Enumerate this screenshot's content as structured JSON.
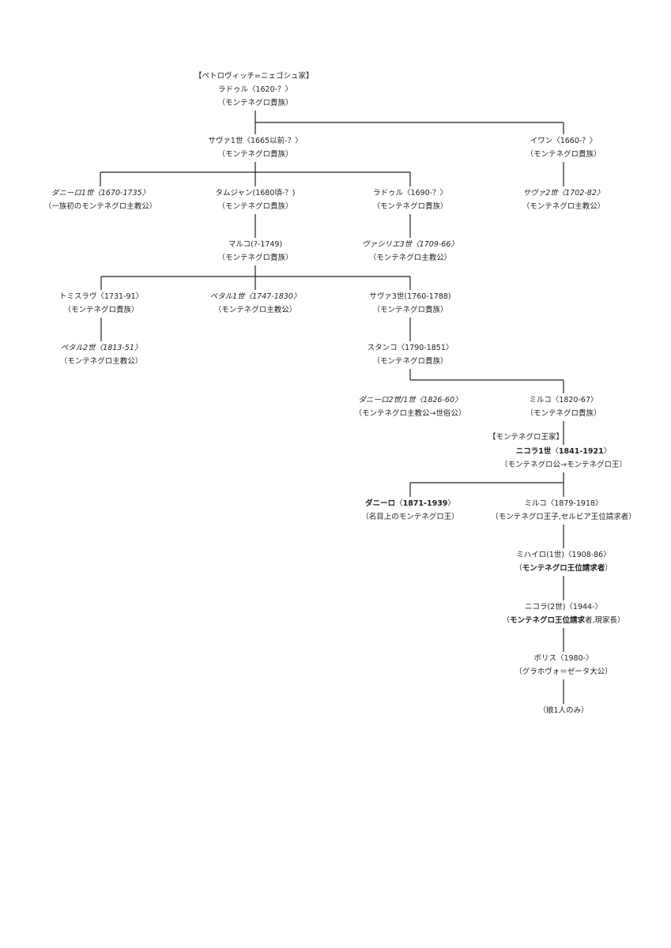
{
  "headers": {
    "petrovic": "【ペトロヴィッチ=ニェゴシュ家】",
    "royal": "【モンテネグロ王家】"
  },
  "people": {
    "radul1620": {
      "l1": [
        {
          "t": "ラドゥル〈1620-？〉"
        }
      ],
      "l2": [
        {
          "t": "（モンテネグロ貴族）"
        }
      ]
    },
    "sava1665": {
      "l1": [
        {
          "t": "サヴァ1世〈1665以前-？〉"
        }
      ],
      "l2": [
        {
          "t": "（モンテネグロ貴族）"
        }
      ]
    },
    "ivan1660": {
      "l1": [
        {
          "t": "イワン〈1660-？〉"
        }
      ],
      "l2": [
        {
          "t": "（モンテネグロ貴族）"
        }
      ]
    },
    "danilo1": {
      "l1": [
        {
          "t": "ダニーロ1世〈1670-1735〉",
          "s": "it"
        }
      ],
      "l2": [
        {
          "t": "（一族初のモンテネグロ主教公）"
        }
      ]
    },
    "tamjan": {
      "l1": [
        {
          "t": "タムジャン(1680頃-？)"
        }
      ],
      "l2": [
        {
          "t": "（モンテネグロ貴族）"
        }
      ]
    },
    "radul1690": {
      "l1": [
        {
          "t": "ラドゥル〈1690-？〉"
        }
      ],
      "l2": [
        {
          "t": "（モンテネグロ貴族）"
        }
      ]
    },
    "sava2": {
      "l1": [
        {
          "t": "サヴァ2世〈1702-82〉",
          "s": "it"
        }
      ],
      "l2": [
        {
          "t": "（モンテネグロ主教公）"
        }
      ]
    },
    "marko": {
      "l1": [
        {
          "t": "マルコ(?-1749)"
        }
      ],
      "l2": [
        {
          "t": "（モンテネグロ貴族）"
        }
      ]
    },
    "vasilije3": {
      "l1": [
        {
          "t": "ヴァシリエ3世〈1709-66〉",
          "s": "it"
        }
      ],
      "l2": [
        {
          "t": "（モンテネグロ主教公）"
        }
      ]
    },
    "tomislav": {
      "l1": [
        {
          "t": "トミスラヴ〈1731-91〉"
        }
      ],
      "l2": [
        {
          "t": "（モンテネグロ貴族）"
        }
      ]
    },
    "petar1": {
      "l1": [
        {
          "t": "ペタル1世〈1747-1830〉",
          "s": "it"
        }
      ],
      "l2": [
        {
          "t": "（モンテネグロ主教公）"
        }
      ]
    },
    "sava3": {
      "l1": [
        {
          "t": "サヴァ3世(1760-1788)"
        }
      ],
      "l2": [
        {
          "t": "（モンテネグロ貴族）"
        }
      ]
    },
    "petar2": {
      "l1": [
        {
          "t": "ペタル2世〈1813-51〉",
          "s": "it"
        }
      ],
      "l2": [
        {
          "t": "（モンテネグロ主教公）"
        }
      ]
    },
    "stanko": {
      "l1": [
        {
          "t": "スタンコ〈1790-1851〉"
        }
      ],
      "l2": [
        {
          "t": "（モンテネグロ貴族）"
        }
      ]
    },
    "danilo2": {
      "l1": [
        {
          "t": "ダニーロ2世/1世〈1826-60〉",
          "s": "it"
        }
      ],
      "l2": [
        {
          "t": "（モンテネグロ主教公→世俗公）"
        }
      ]
    },
    "mirko1820": {
      "l1": [
        {
          "t": "ミルコ〈1820-67〉"
        }
      ],
      "l2": [
        {
          "t": "（モンテネグロ貴族）"
        }
      ]
    },
    "nikola1": {
      "l1": [
        {
          "t": "ニコラ1世",
          "s": "b"
        },
        {
          "t": "〈"
        },
        {
          "t": "1841-1921",
          "s": "b"
        },
        {
          "t": "〉"
        }
      ],
      "l2": [
        {
          "t": "（モンテネグロ公→モンテネグロ王）"
        }
      ]
    },
    "danilo1871": {
      "l1": [
        {
          "t": "ダニーロ",
          "s": "b"
        },
        {
          "t": "〈"
        },
        {
          "t": "1871-1939",
          "s": "b"
        },
        {
          "t": "〉"
        }
      ],
      "l2": [
        {
          "t": "（名目上のモンテネグロ王）"
        }
      ]
    },
    "mirko1879": {
      "l1": [
        {
          "t": "ミルコ〈1879-1918〉"
        }
      ],
      "l2": [
        {
          "t": "（モンテネグロ王子,セルビア王位請求者）"
        }
      ]
    },
    "mihailo": {
      "l1": [
        {
          "t": "ミハイロ(1世)〈1908-86〉"
        }
      ],
      "l2": [
        {
          "t": "（"
        },
        {
          "t": "モンテネグロ王位請求者",
          "s": "b"
        },
        {
          "t": "）"
        }
      ]
    },
    "nikola2": {
      "l1": [
        {
          "t": "ニコラ(2世)〈1944-〉"
        }
      ],
      "l2": [
        {
          "t": "（"
        },
        {
          "t": "モンテネグロ王位請求",
          "s": "b"
        },
        {
          "t": "者,現家長）"
        }
      ]
    },
    "boris": {
      "l1": [
        {
          "t": "ボリス〈1980-〉"
        }
      ],
      "l2": [
        {
          "t": "（グラホヴォ＝ゼータ大公）"
        }
      ]
    },
    "daughter": {
      "l1": [
        {
          "t": "（娘1人のみ）"
        }
      ],
      "l2": []
    }
  },
  "colors": {
    "line": "#222222",
    "text": "#222222",
    "background": "#ffffff"
  }
}
